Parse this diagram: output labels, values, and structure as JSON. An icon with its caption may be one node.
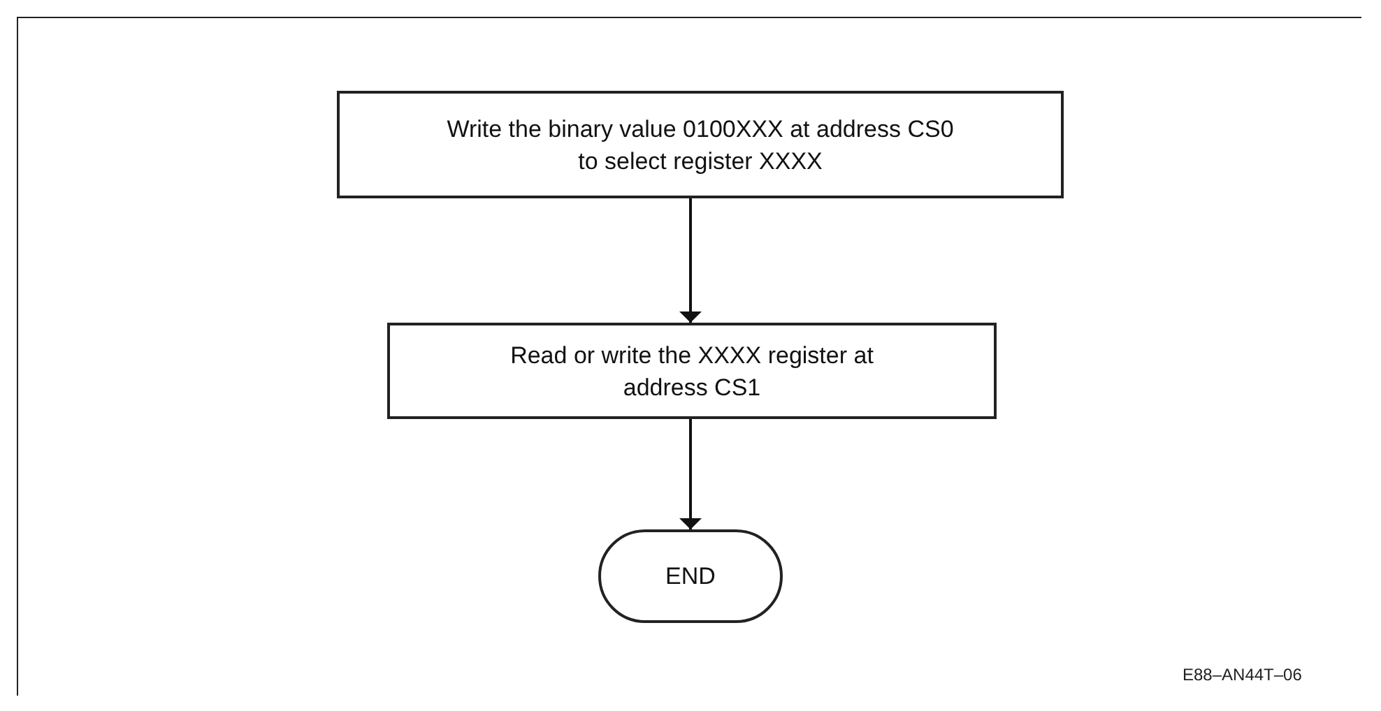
{
  "diagram": {
    "nodes": [
      {
        "text": [
          "Write the binary value 0100XXX at address CS0 to select register XXXX"
        ]
      },
      {
        "text": [
          "Read or write the XXXX register at address CS1"
        ]
      },
      {
        "text": [
          "END"
        ]
      }
    ],
    "edges": [
      {
        "from": 0,
        "to": 1,
        "arrow": "to"
      },
      {
        "from": 1,
        "to": 2,
        "arrow": "to"
      }
    ],
    "labels": [
      "E88–AN44T–06"
    ]
  }
}
